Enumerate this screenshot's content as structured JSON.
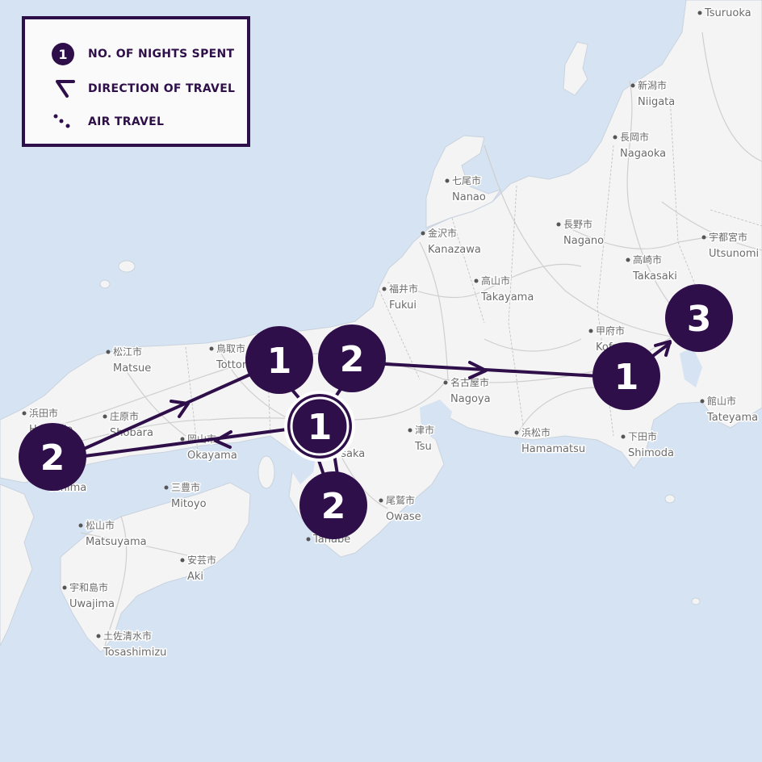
{
  "legend": {
    "nights_label": "NO. OF NIGHTS SPENT",
    "nights_symbol": "1",
    "direction_label": "DIRECTION OF TRAVEL",
    "air_label": "AIR TRAVEL"
  },
  "colors": {
    "route": "#2f0f4a",
    "sea": "#d6e3f2",
    "land": "#f4f4f4"
  },
  "stops": [
    {
      "id": "hiroshima",
      "nights": "2"
    },
    {
      "id": "tottori",
      "nights": "1"
    },
    {
      "id": "kyoto",
      "nights": "2"
    },
    {
      "id": "osaka",
      "nights": "1"
    },
    {
      "id": "kii",
      "nights": "2"
    },
    {
      "id": "fuji",
      "nights": "1"
    },
    {
      "id": "tokyo",
      "nights": "3"
    }
  ],
  "cities": [
    {
      "jp": "",
      "en": "Tsuruoka"
    },
    {
      "jp": "新潟市",
      "en": "Niigata"
    },
    {
      "jp": "長岡市",
      "en": "Nagaoka"
    },
    {
      "jp": "七尾市",
      "en": "Nanao"
    },
    {
      "jp": "長野市",
      "en": "Nagano"
    },
    {
      "jp": "宇都宮市",
      "en": "Utsunomi"
    },
    {
      "jp": "金沢市",
      "en": "Kanazawa"
    },
    {
      "jp": "高崎市",
      "en": "Takasaki"
    },
    {
      "jp": "高山市",
      "en": "Takayama"
    },
    {
      "jp": "福井市",
      "en": "Fukui"
    },
    {
      "jp": "甲府市",
      "en": "Kofu"
    },
    {
      "jp": "松江市",
      "en": "Matsue"
    },
    {
      "jp": "鳥取市",
      "en": "Tottori"
    },
    {
      "jp": "名古屋市",
      "en": "Nagoya"
    },
    {
      "jp": "浜田市",
      "en": "Hamada"
    },
    {
      "jp": "庄原市",
      "en": "Shobara"
    },
    {
      "jp": "津市",
      "en": "Tsu"
    },
    {
      "jp": "浜松市",
      "en": "Hamamatsu"
    },
    {
      "jp": "館山市",
      "en": "Tateyama"
    },
    {
      "jp": "岡山市",
      "en": "Okayama"
    },
    {
      "jp": "下田市",
      "en": "Shimoda"
    },
    {
      "jp": "",
      "en": "oshima"
    },
    {
      "jp": "三豊市",
      "en": "Mitoyo"
    },
    {
      "jp": "尾鷲市",
      "en": "Owase"
    },
    {
      "jp": "松山市",
      "en": "Matsuyama"
    },
    {
      "jp": "",
      "en": "Tanabe"
    },
    {
      "jp": "安芸市",
      "en": "Aki"
    },
    {
      "jp": "宇和島市",
      "en": "Uwajima"
    },
    {
      "jp": "土佐清水市",
      "en": "Tosashimizu"
    },
    {
      "jp": "",
      "en": "Osaka"
    }
  ]
}
